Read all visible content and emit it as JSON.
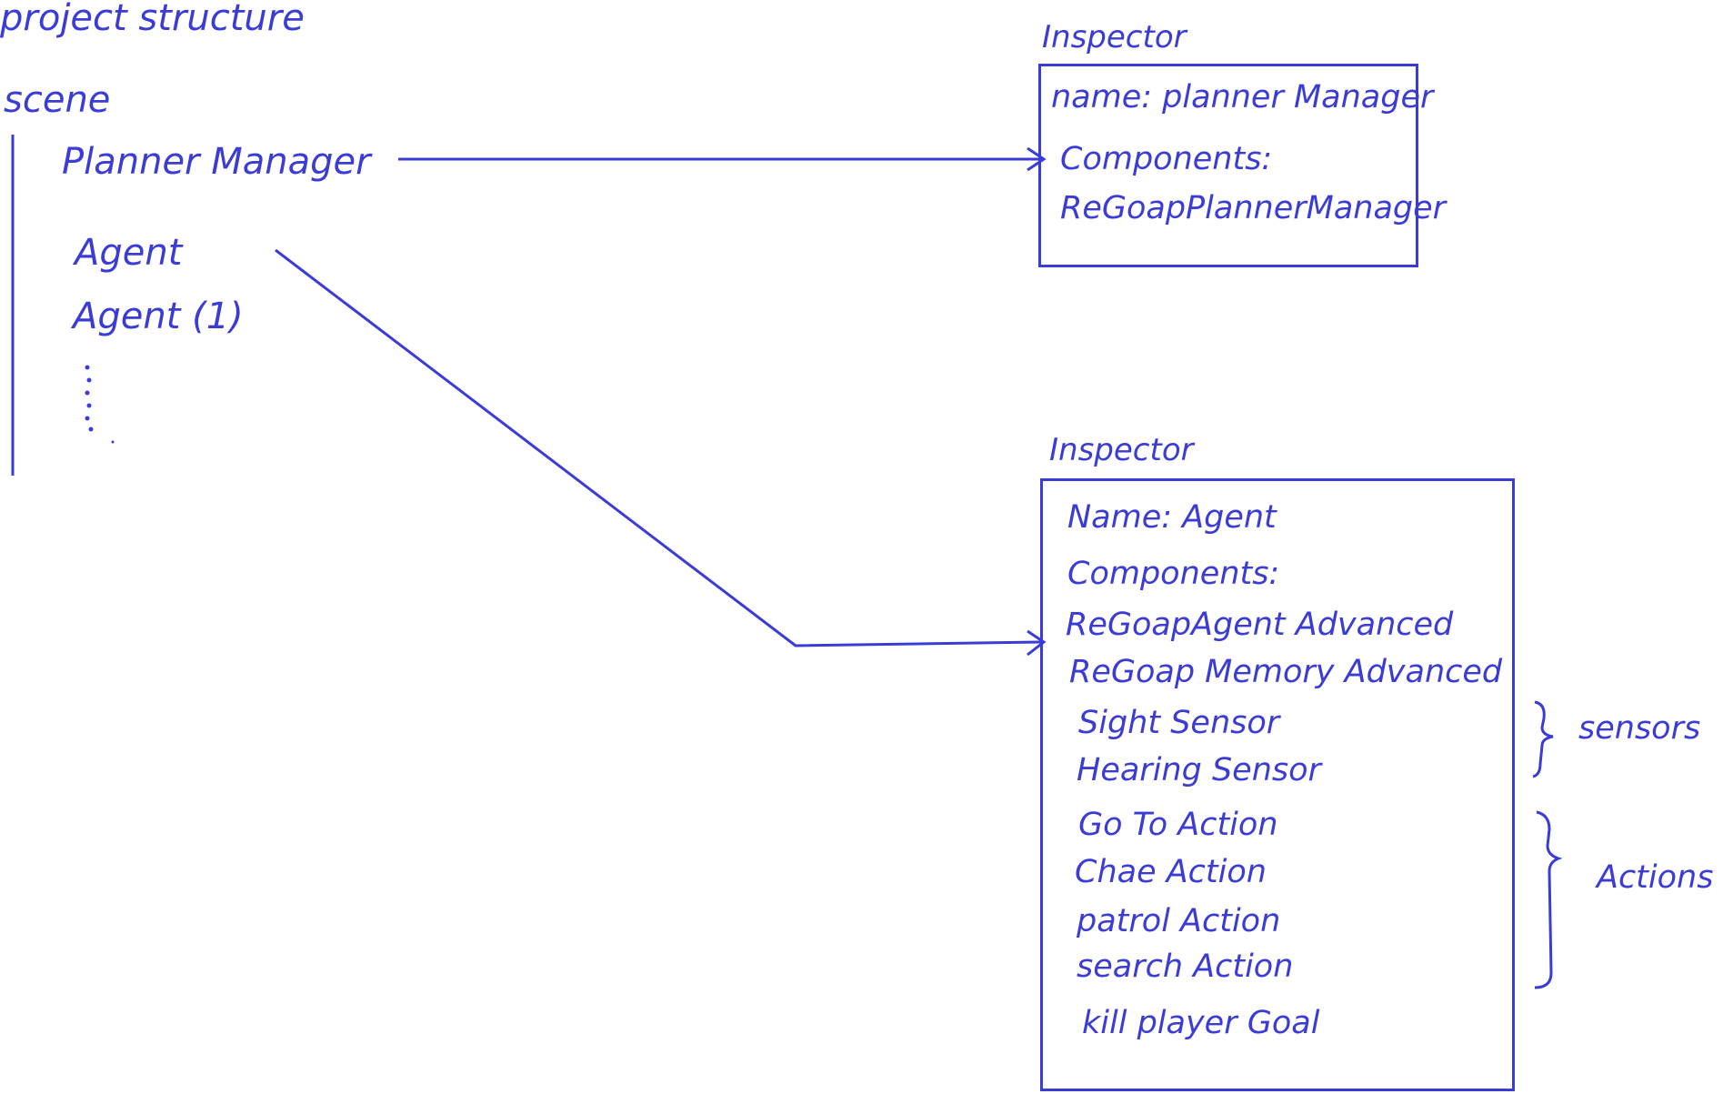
{
  "page": {
    "title": "project structure"
  },
  "hierarchy": {
    "root_label": "scene",
    "items": [
      {
        "label": "Planner Manager"
      },
      {
        "label": "Agent"
      },
      {
        "label": "Agent (1)"
      }
    ],
    "more_indicator": "⋮"
  },
  "inspector_planner": {
    "heading": "Inspector",
    "name_line": "name: planner Manager",
    "components_label": "Components:",
    "components": [
      "ReGoapPlannerManager"
    ]
  },
  "inspector_agent": {
    "heading": "Inspector",
    "name_line": "Name: Agent",
    "components_label": "Components:",
    "components": [
      "ReGoapAgent Advanced",
      "ReGoap Memory Advanced",
      "Sight Sensor",
      "Hearing Sensor",
      "Go To Action",
      "Chae Action",
      "patrol Action",
      "search Action",
      "kill player Goal"
    ]
  },
  "groups": {
    "sensors_label": "sensors",
    "actions_label": "Actions"
  },
  "colors": {
    "ink": "#3b3bd6",
    "background": "#ffffff"
  }
}
